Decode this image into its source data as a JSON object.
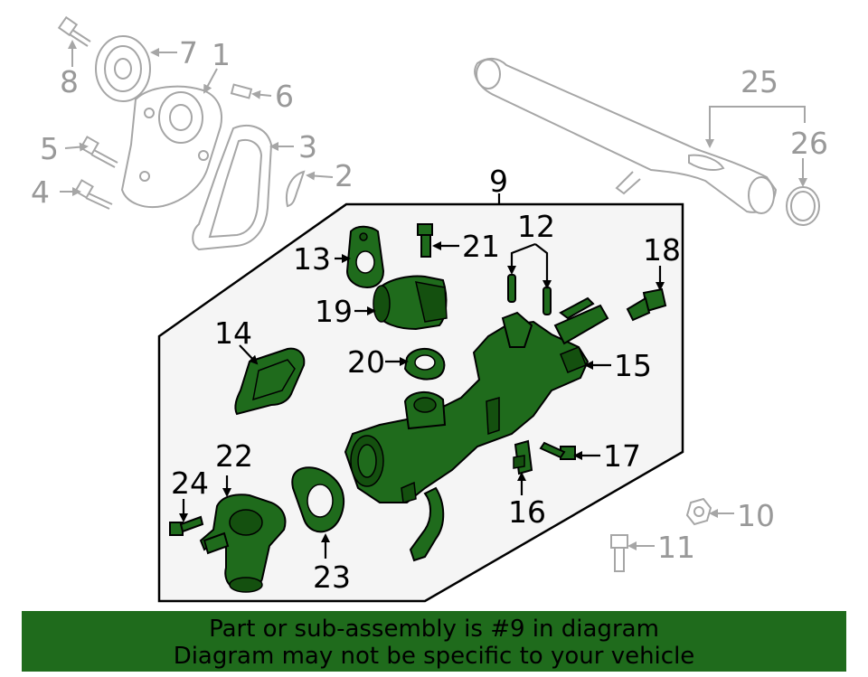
{
  "diagram": {
    "callouts_gray": [
      "8",
      "7",
      "1",
      "6",
      "5",
      "3",
      "4",
      "2",
      "25",
      "26",
      "10",
      "11"
    ],
    "callouts_black": [
      "9",
      "13",
      "21",
      "12",
      "18",
      "19",
      "15",
      "14",
      "20",
      "17",
      "22",
      "24",
      "16",
      "23"
    ],
    "colors": {
      "highlight": "#1f6b1c",
      "panel_background": "#f5f5f5",
      "context_lines": "#a6a6a6"
    }
  },
  "banner": {
    "line1": "Part or sub-assembly is #9 in diagram",
    "line2": "Diagram may not be specific to your vehicle"
  }
}
